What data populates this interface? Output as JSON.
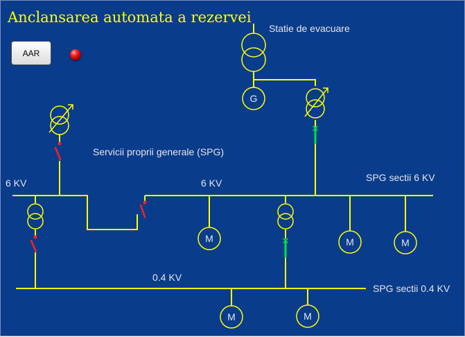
{
  "title": "Anclansarea automata a rezervei",
  "controls": {
    "aar_button_label": "AAR",
    "status_lamp_color": "#d00000"
  },
  "labels": {
    "evacuation_station": "Statie de evacuare",
    "general_services": "Servicii proprii generale (SPG)",
    "bus_6kv_left": "6 KV",
    "bus_6kv_mid": "6 KV",
    "spg_sections_6kv": "SPG sectii 6 KV",
    "bus_04kv": "0.4 KV",
    "spg_sections_04kv": "SPG sectii 0.4 KV"
  },
  "symbols": {
    "generator": "G",
    "motor": "M"
  },
  "colors": {
    "background": "#0a3c8c",
    "line": "#ffff00",
    "breaker_open": "#ff2020",
    "breaker_closed": "#00e040",
    "text": "#e6e6e6",
    "title": "#ffff00"
  }
}
